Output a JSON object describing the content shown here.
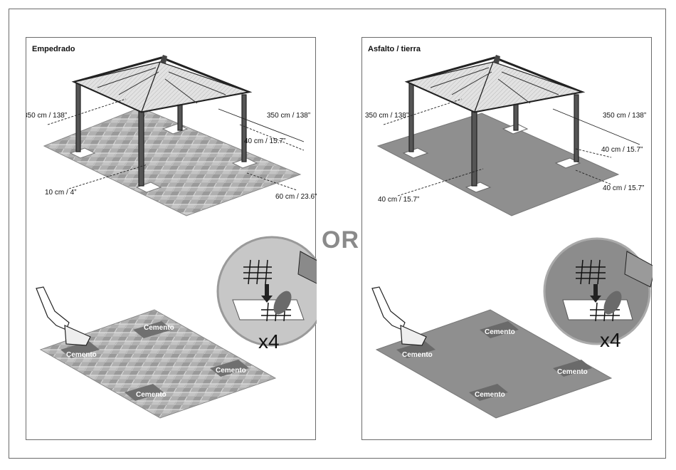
{
  "left_panel": {
    "title": "Empedrado",
    "dimensions": {
      "width_left": "350 cm / 138”",
      "width_right": "350 cm / 138”",
      "offset_40": "40 cm / 15.7”",
      "offset_10": "10 cm / 4”",
      "offset_60": "60 cm / 23.6”"
    },
    "cement_labels": [
      "Cemento",
      "Cemento",
      "Cemento",
      "Cemento"
    ],
    "multiplier": "x4"
  },
  "right_panel": {
    "title": "Asfalto / tierra",
    "dimensions": {
      "width_left": "350 cm / 138”",
      "width_right": "350 cm / 138”",
      "offset_40_a": "40 cm / 15.7”",
      "offset_40_b": "40 cm / 15.7”",
      "offset_40_c": "40 cm / 15.7”"
    },
    "cement_labels": [
      "Cemento",
      "Cemento",
      "Cemento",
      "Cemento"
    ],
    "multiplier": "x4"
  },
  "or_label": "OR",
  "colors": {
    "frame": "#6b6b6b",
    "paving": "#a9a9a9",
    "asphalt": "#8c8c8c",
    "cement": "#6e6e6e",
    "roof": "#d8d8d8"
  }
}
